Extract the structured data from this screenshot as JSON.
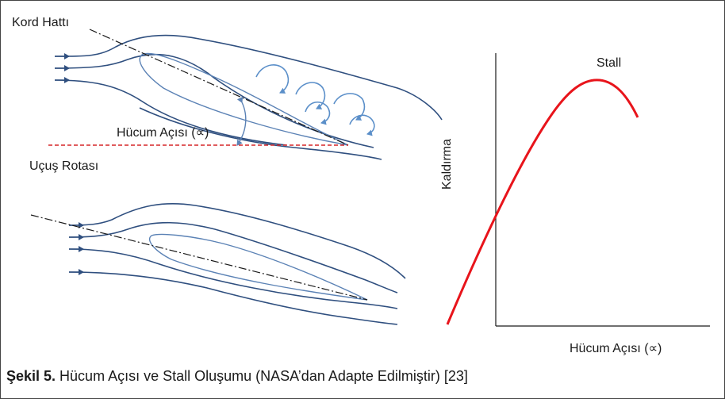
{
  "labels": {
    "chord_line": "Kord Hattı",
    "flight_path": "Uçuş Rotası",
    "angle_of_attack": "Hücum Açısı (∝)",
    "stall": "Stall",
    "y_axis": "Kaldırma",
    "x_axis": "Hücum Açısı (∝)"
  },
  "caption": {
    "prefix": "Şekil 5.",
    "text": " Hücum Açısı ve Stall Oluşumu (NASA’dan Adapte Edilmiştir) [23]"
  },
  "colors": {
    "streamline": "#2f4f7f",
    "airfoil": "#5b82b5",
    "vortex": "#5b8fc9",
    "chord": "#1a1a1a",
    "flight_path": "#d62728",
    "lift_curve": "#e8141b",
    "axis": "#1a1a1a"
  },
  "chart_data": {
    "type": "line",
    "xlabel": "Hücum Açısı (∝)",
    "ylabel": "Kaldırma",
    "annotations": [
      "Stall"
    ],
    "series": [
      {
        "values": []
      }
    ]
  }
}
